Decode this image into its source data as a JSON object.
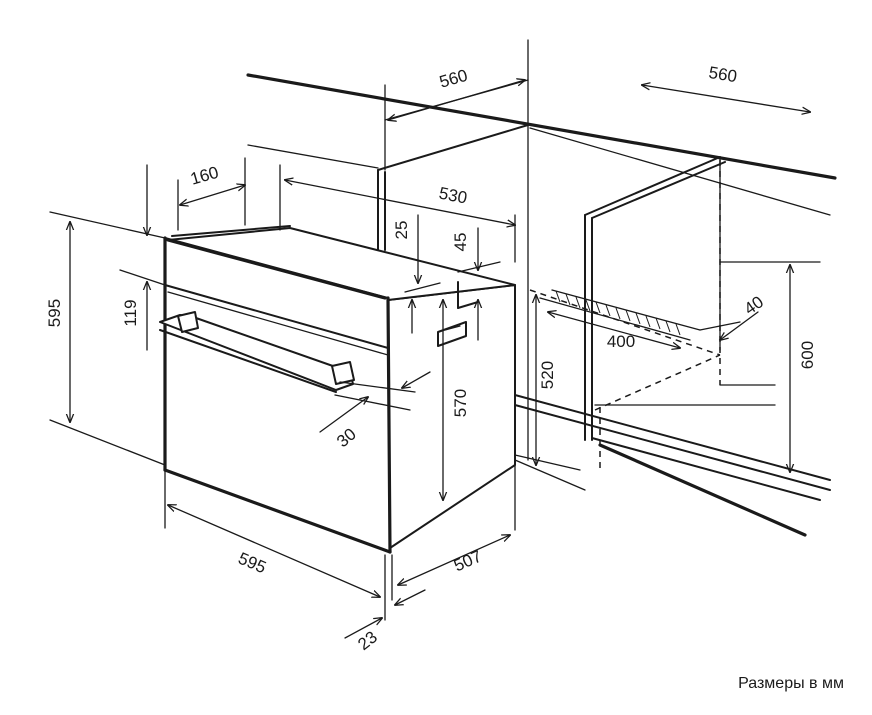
{
  "dimensions": {
    "niche_depth_left": "560",
    "niche_depth_right": "560",
    "vent_width": "160",
    "oven_depth_top": "530",
    "oven_height": "595",
    "panel_height": "119",
    "gap_top_25": "25",
    "gap_top_45": "45",
    "handle_offset": "30",
    "body_height": "570",
    "niche_bottom_height": "520",
    "oven_width": "595",
    "body_depth": "507",
    "front_thickness": "23",
    "vent_depth": "400",
    "vent_offset": "40",
    "niche_height": "600"
  },
  "units_note": "Размеры в мм"
}
